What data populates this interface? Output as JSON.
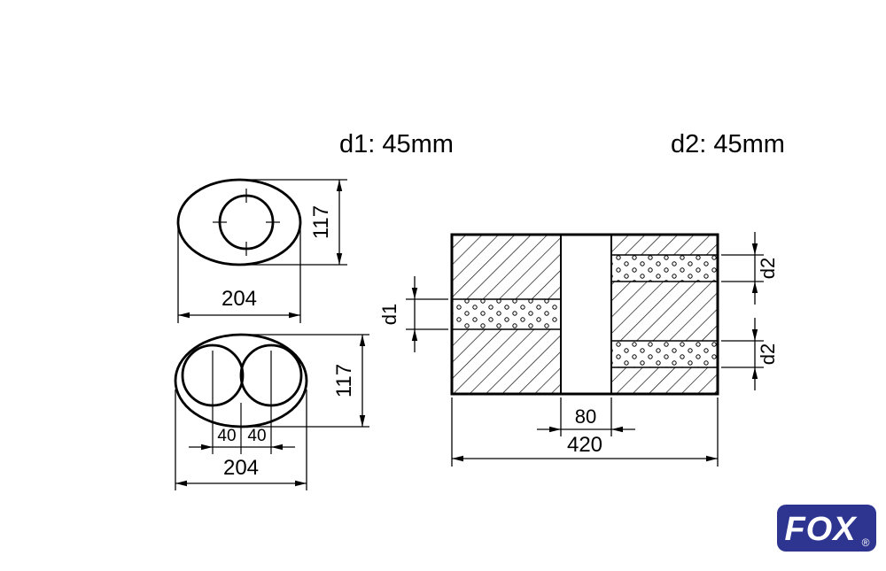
{
  "header": {
    "d1_label": "d1: 45mm",
    "d2_label": "d2: 45mm"
  },
  "single_view": {
    "width_label": "204",
    "height_label": "117"
  },
  "dual_view": {
    "width_label": "204",
    "height_label": "117",
    "left_spacing_label": "40",
    "right_spacing_label": "40"
  },
  "section_view": {
    "d1_label": "d1",
    "d2_top_label": "d2",
    "d2_bottom_label": "d2",
    "pipe_width_label": "80",
    "length_label": "420"
  },
  "logo": {
    "text": "FOX",
    "registered": "®"
  },
  "colors": {
    "drawing_line": "#000000",
    "logo_blue": "#2e3591",
    "logo_text": "#ffffff"
  }
}
